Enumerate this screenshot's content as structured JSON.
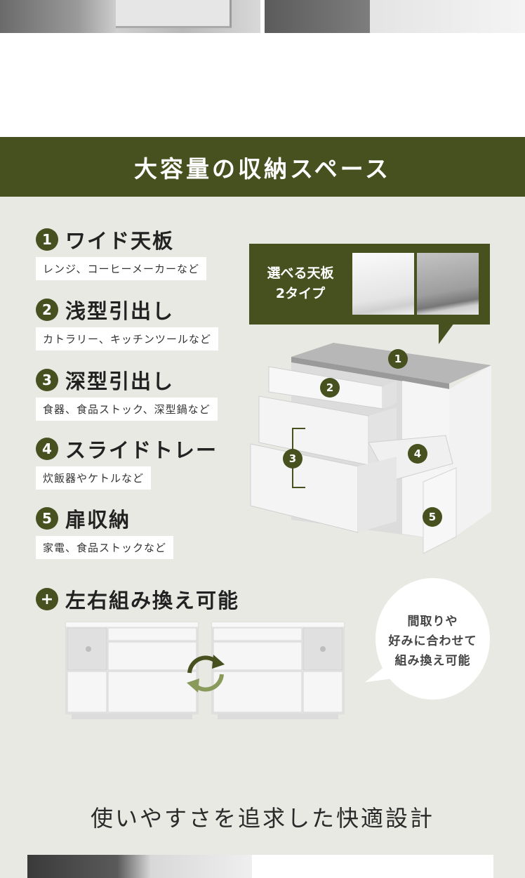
{
  "section_title": "大容量の収納スペース",
  "features": [
    {
      "number": "1",
      "title": "ワイド天板",
      "desc": "レンジ、コーヒーメーカーなど"
    },
    {
      "number": "2",
      "title": "浅型引出し",
      "desc": "カトラリー、キッチンツールなど"
    },
    {
      "number": "3",
      "title": "深型引出し",
      "desc": "食器、食品ストック、深型鍋など"
    },
    {
      "number": "4",
      "title": "スライドトレー",
      "desc": "炊飯器やケトルなど"
    },
    {
      "number": "5",
      "title": "扉収納",
      "desc": "家電、食品ストックなど"
    }
  ],
  "top_board": {
    "line1": "選べる天板",
    "line2": "2タイプ"
  },
  "cabinet_badges": [
    "1",
    "2",
    "3",
    "4",
    "5"
  ],
  "rearrange": {
    "icon": "+",
    "title": "左右組み換え可能",
    "bubble": [
      "間取りや",
      "好みに合わせて",
      "組み換え可能"
    ]
  },
  "usability_heading": "使いやすさを追求した快適設計",
  "colors": {
    "accent": "#47501f",
    "section_bg": "#e9e9e4"
  },
  "icons": [
    "swap-arrows-icon"
  ]
}
